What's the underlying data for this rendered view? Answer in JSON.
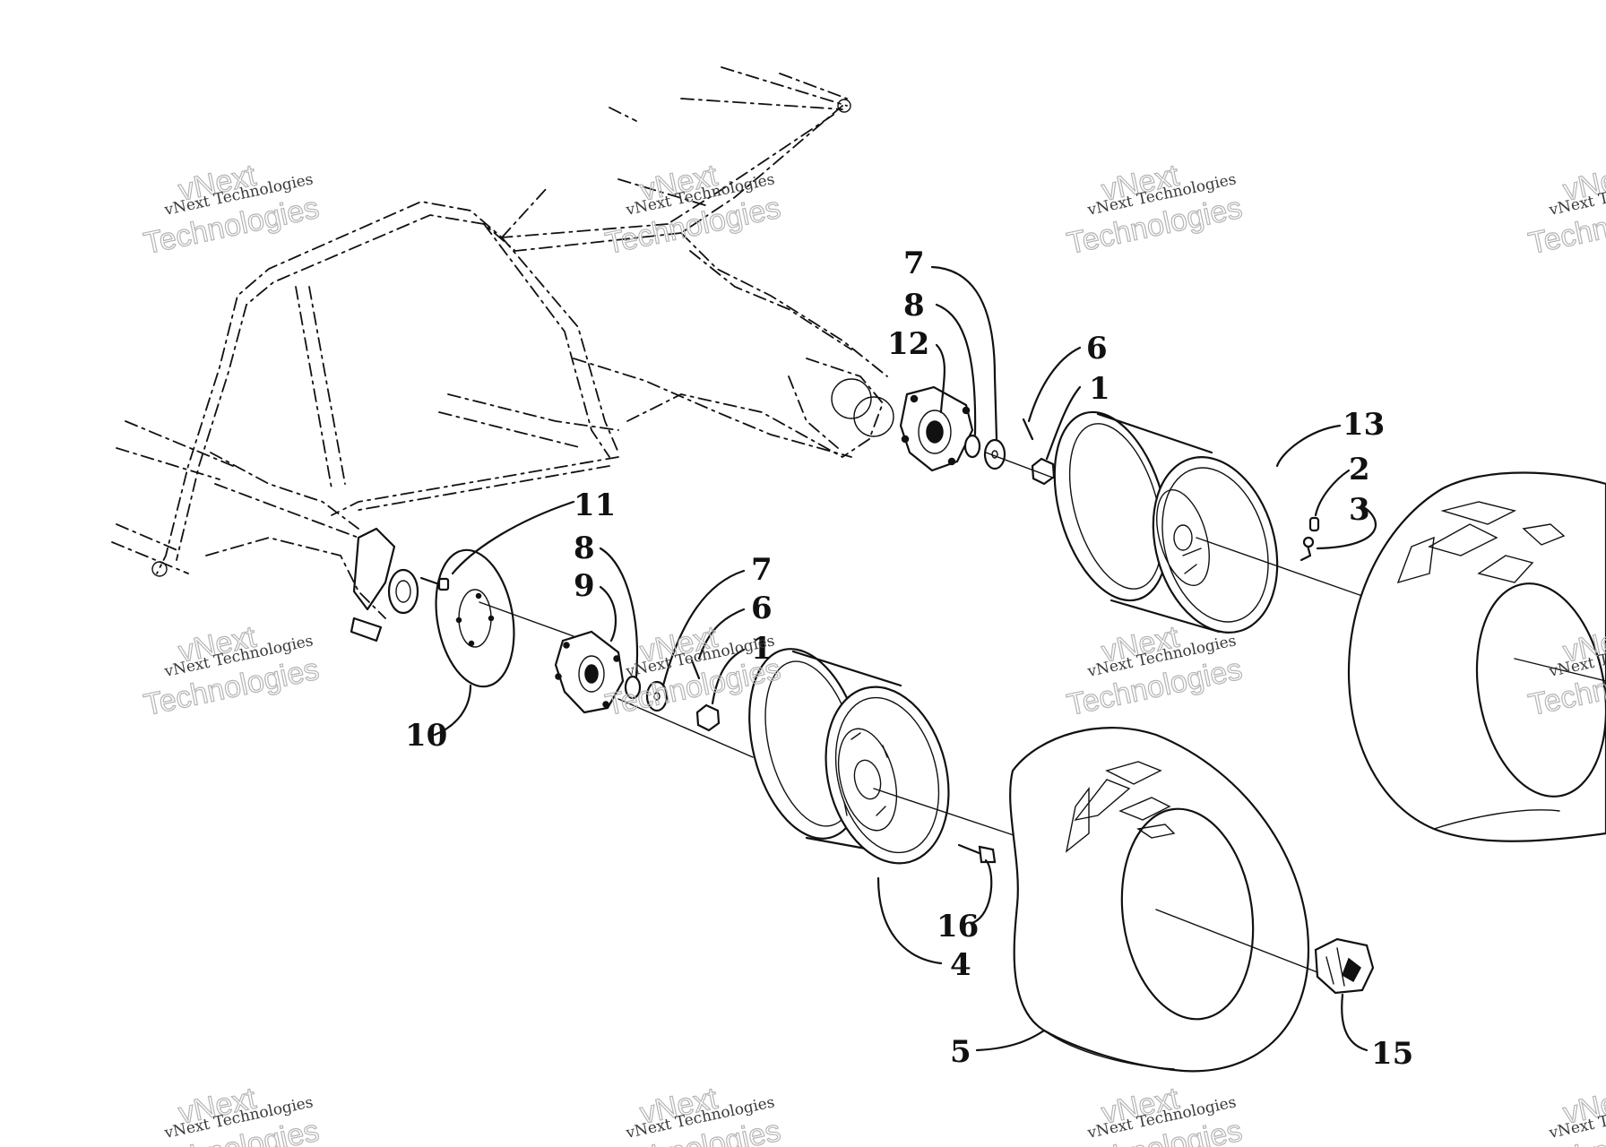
{
  "watermark": {
    "line1": "vNext",
    "line2": "vNext Technologies",
    "line3": "Technologies"
  },
  "callouts": [
    {
      "id": "c-7-top",
      "text": "7"
    },
    {
      "id": "c-8-top",
      "text": "8"
    },
    {
      "id": "c-12",
      "text": "12"
    },
    {
      "id": "c-6-top",
      "text": "6"
    },
    {
      "id": "c-1-top",
      "text": "1"
    },
    {
      "id": "c-13",
      "text": "13"
    },
    {
      "id": "c-2",
      "text": "2"
    },
    {
      "id": "c-3",
      "text": "3"
    },
    {
      "id": "c-11",
      "text": "11"
    },
    {
      "id": "c-8-low",
      "text": "8"
    },
    {
      "id": "c-9",
      "text": "9"
    },
    {
      "id": "c-7-low",
      "text": "7"
    },
    {
      "id": "c-6-low",
      "text": "6"
    },
    {
      "id": "c-1-low",
      "text": "1"
    },
    {
      "id": "c-10",
      "text": "10"
    },
    {
      "id": "c-16",
      "text": "16"
    },
    {
      "id": "c-4",
      "text": "4"
    },
    {
      "id": "c-5",
      "text": "5"
    },
    {
      "id": "c-15",
      "text": "15"
    }
  ]
}
